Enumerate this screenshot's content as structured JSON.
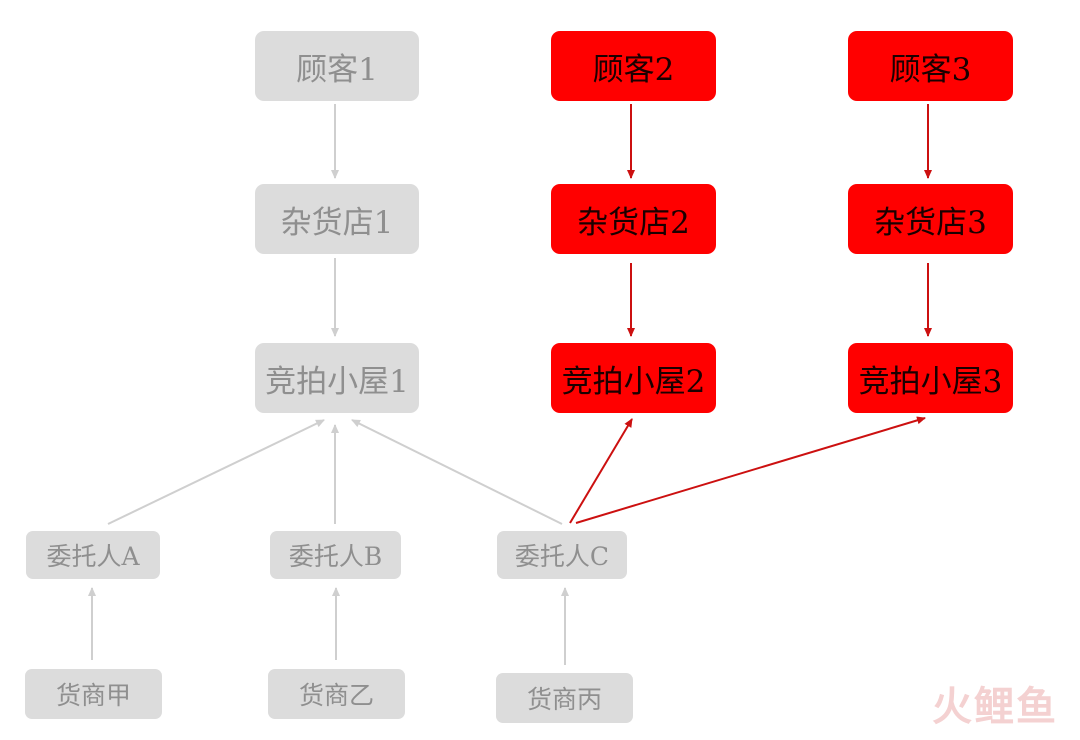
{
  "nodes": {
    "customer1": "顾客1",
    "customer2": "顾客2",
    "customer3": "顾客3",
    "store1": "杂货店1",
    "store2": "杂货店2",
    "store3": "杂货店3",
    "auction1": "竞拍小屋1",
    "auction2": "竞拍小屋2",
    "auction3": "竞拍小屋3",
    "consignorA": "委托人A",
    "consignorB": "委托人B",
    "consignorC": "委托人C",
    "merchantJia": "货商甲",
    "merchantYi": "货商乙",
    "merchantBing": "货商丙"
  },
  "watermark": "火鲤鱼",
  "colors": {
    "gray_node": "#dcdcdc",
    "gray_text": "#8f8f8f",
    "gray_arrow": "#cfcfcf",
    "red_node": "#ff0000",
    "red_arrow": "#cc1010"
  }
}
